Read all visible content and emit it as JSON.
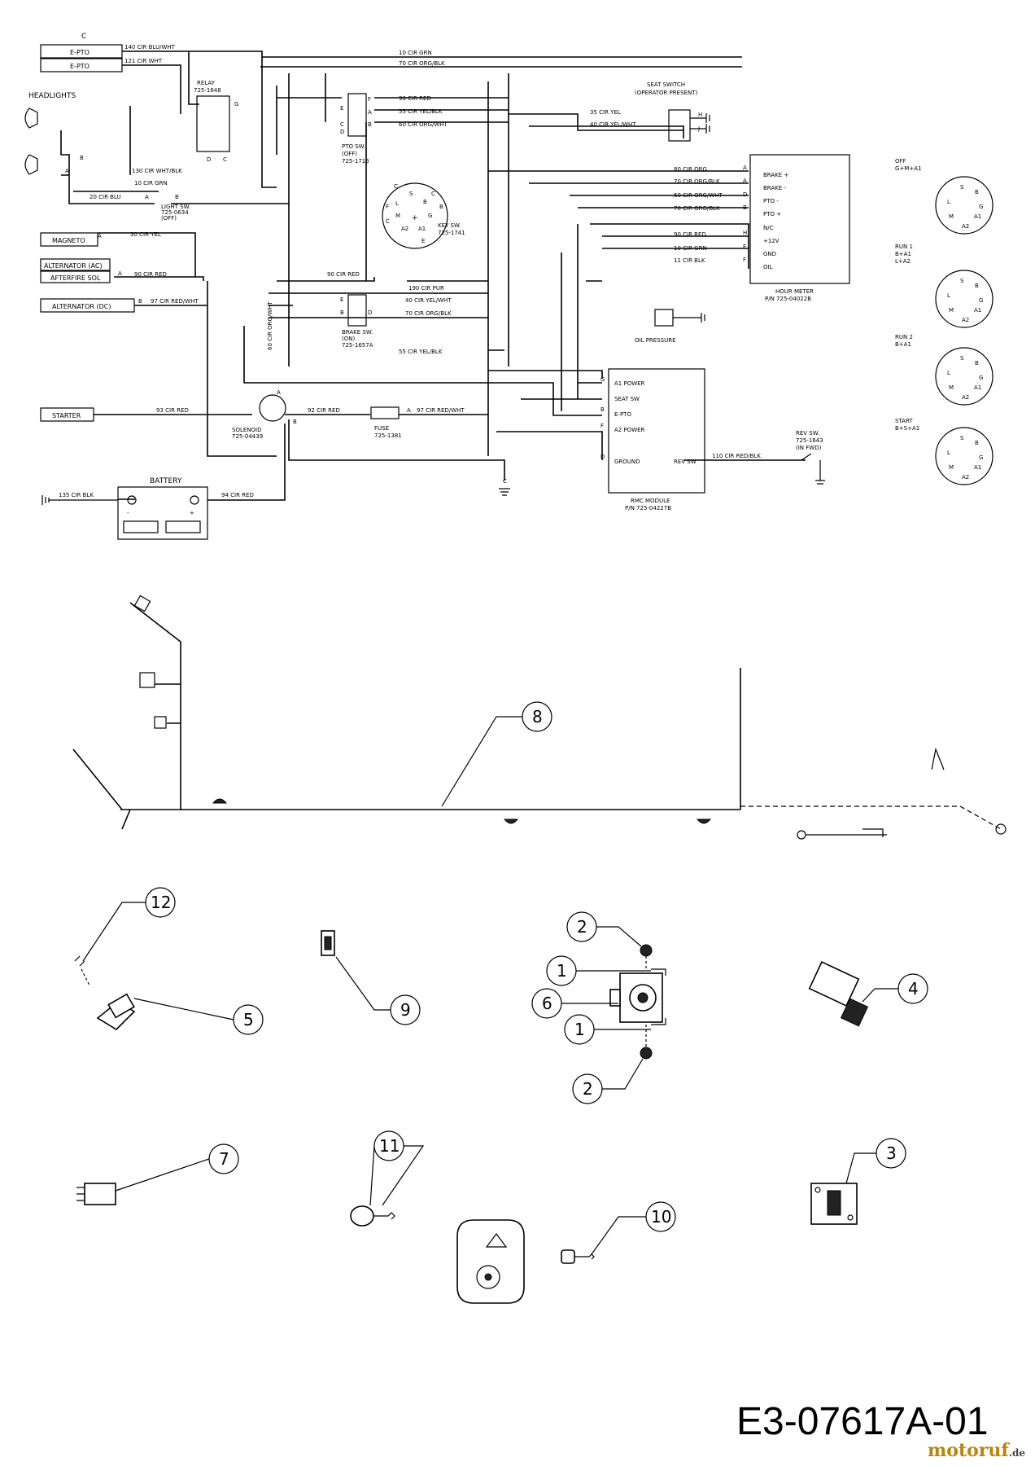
{
  "wiring": {
    "blocks": {
      "c": "C",
      "epto1": "E-PTO",
      "epto2": "E-PTO",
      "headlights": "HEADLIGHTS",
      "magneto": "MAGNETO",
      "alt_ac": "ALTERNATOR (AC)",
      "afterfire": "AFTERFIRE SOL",
      "alt_dc": "ALTERNATOR (DC)",
      "starter": "STARTER",
      "battery": "BATTERY",
      "battery_minus": "-",
      "battery_plus": "+"
    },
    "wires": {
      "w140": "140 CIR BLU/WHT",
      "w121": "121 CIR WHT",
      "w10a": "10 CIR GRN",
      "w70a": "70 CIR ORG/BLK",
      "w90a": "90 CIR RED",
      "w55a": "55 CIR YEL/BLK",
      "w60a": "60 CIR ORG/WHT",
      "w35": "35 CIR YEL",
      "w40a": "40 CIR YEL/WHT",
      "w130": "130 CIR WHT/BLK",
      "w10b": "10 CIR GRN",
      "w20": "20 CIR BLU",
      "w30": "30 CIR YEL",
      "w90b": "90 CIR RED",
      "w90c": "90 CIR RED",
      "w190": "190 CIR PUR",
      "w97a": "97 CIR RED/WHT",
      "w40b": "40 CIR YEL/WHT",
      "w70b": "70 CIR ORG/BLK",
      "w60v": "60 CIR ORG/WHT",
      "w55b": "55 CIR YEL/BLK",
      "w93": "93 CIR RED",
      "w92": "92 CIR RED",
      "w97b": "97 CIR RED/WHT",
      "w80": "80 CIR ORG",
      "w70c": "70 CIR ORG/BLK",
      "w60b": "60 CIR ORG/WHT",
      "w70d": "70 CIR ORG/BLK",
      "w90d": "90 CIR RED",
      "w10c": "10 CIR GRN",
      "w11": "11 CIR BLK",
      "w110": "110 CIR RED/BLK",
      "w135": "135 CIR BLK",
      "w94": "94 CIR RED"
    },
    "components": {
      "relay_name": "RELAY",
      "relay_pn": "725-1648",
      "relay_g": "G",
      "relay_d": "D",
      "relay_c": "C",
      "seat_name": "SEAT SWITCH",
      "seat_sub": "(OPERATOR PRESENT)",
      "seat_h": "H",
      "seat_j": "J",
      "pto_name": "PTO SW.",
      "pto_state": "(OFF)",
      "pto_pn": "725-1716",
      "pto_f": "F",
      "pto_e": "E",
      "pto_a": "A",
      "pto_b": "B",
      "pto_c": "C",
      "pto_d": "D",
      "light_name": "LIGHT SW.",
      "light_pn": "725-0634",
      "light_state": "(OFF)",
      "light_a": "A",
      "light_b": "B",
      "key_name": "KEY SW.",
      "key_pn": "725-1741",
      "key_c1": "C",
      "key_s": "S",
      "key_c2": "C",
      "key_f": "F",
      "key_l": "L",
      "key_b1": "B",
      "key_b2": "B",
      "key_m": "M",
      "key_g": "G",
      "key_c3": "C",
      "key_a2": "A2",
      "key_a1": "A1",
      "key_e": "E",
      "brake_name": "BRAKE SW.",
      "brake_state": "(ON)",
      "brake_pn": "725-1657A",
      "brake_e": "E",
      "brake_b": "B",
      "brake_d": "D",
      "solenoid_name": "SOLENOID",
      "solenoid_pn": "725-04439",
      "solenoid_a": "A",
      "solenoid_b": "B",
      "fuse_name": "FUSE",
      "fuse_pn": "725-1381",
      "fuse_a": "A",
      "oil_name": "OIL PRESSURE",
      "rev_name": "REV SW.",
      "rev_pn": "725-1643",
      "rev_state": "(IN FWD)",
      "ground_c": "C",
      "hl_b": "B",
      "hl_a": "A",
      "mag_a": "A",
      "alt_a": "A",
      "altdc_b": "B"
    },
    "hour_meter": {
      "pins": [
        "BRAKE +",
        "BRAKE -",
        "PTO -",
        "PTO +",
        "N/C",
        "+12V",
        "GND",
        "OIL"
      ],
      "letters": [
        "A",
        "A",
        "D",
        "B",
        "H",
        "E",
        "F"
      ],
      "title": "HOUR METER",
      "pn": "P/N 725-04022B"
    },
    "rmc": {
      "pins": [
        "A1 POWER",
        "SEAT SW",
        "E-PTO",
        "A2 POWER",
        "GROUND",
        "REV SW"
      ],
      "letters": [
        "G",
        "B",
        "F",
        "D"
      ],
      "title": "RMC MODULE",
      "pn": "P/N 725-04227B"
    },
    "key_positions": [
      {
        "title": "OFF",
        "code": "G+M+A1"
      },
      {
        "title": "RUN 1",
        "code": "B+A1",
        "code2": "L+A2"
      },
      {
        "title": "RUN 2",
        "code": "B+A1"
      },
      {
        "title": "START",
        "code": "B+S+A1"
      }
    ],
    "key_dial_labels": {
      "s": "S",
      "b": "B",
      "l": "L",
      "g": "G",
      "m": "M",
      "a1": "A1",
      "a2": "A2"
    }
  },
  "callouts": [
    "1",
    "1",
    "2",
    "2",
    "3",
    "4",
    "5",
    "6",
    "7",
    "8",
    "9",
    "10",
    "11",
    "12"
  ],
  "catalog_code": "E3-07617A-01",
  "watermark": {
    "name": "motoruf",
    "suffix": ".de"
  }
}
